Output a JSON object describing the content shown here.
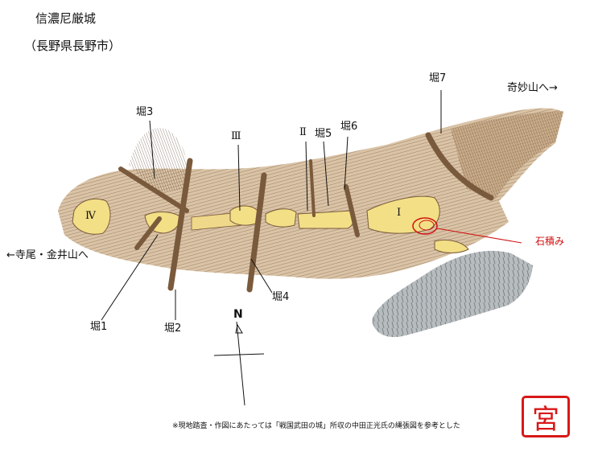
{
  "map": {
    "title": "信濃尼厳城",
    "location": "（長野県長野市）",
    "directions": {
      "east": "奇妙山へ→",
      "west": "←寺尾・金井山へ"
    },
    "north_label": "N",
    "baileys": {
      "b1": "Ⅰ",
      "b2": "Ⅱ",
      "b3": "Ⅲ",
      "b4": "Ⅳ"
    },
    "moats": {
      "m1": "堀1",
      "m2": "堀2",
      "m3": "堀3",
      "m4": "堀4",
      "m5": "堀5",
      "m6": "堀6",
      "m7": "堀7"
    },
    "stonework_label": "石積み",
    "note": "※現地踏査・作図にあたっては「戦国武田の城」所収の中田正光氏の縄張図を参考とした",
    "seal_glyph": "宮",
    "colors": {
      "terrain": "#c2a27a",
      "hatch": "#6f5438",
      "bailey": "#f3df86",
      "moat": "#7a5a3c",
      "rock": "#9aa0a3",
      "red": "#d01010"
    }
  }
}
